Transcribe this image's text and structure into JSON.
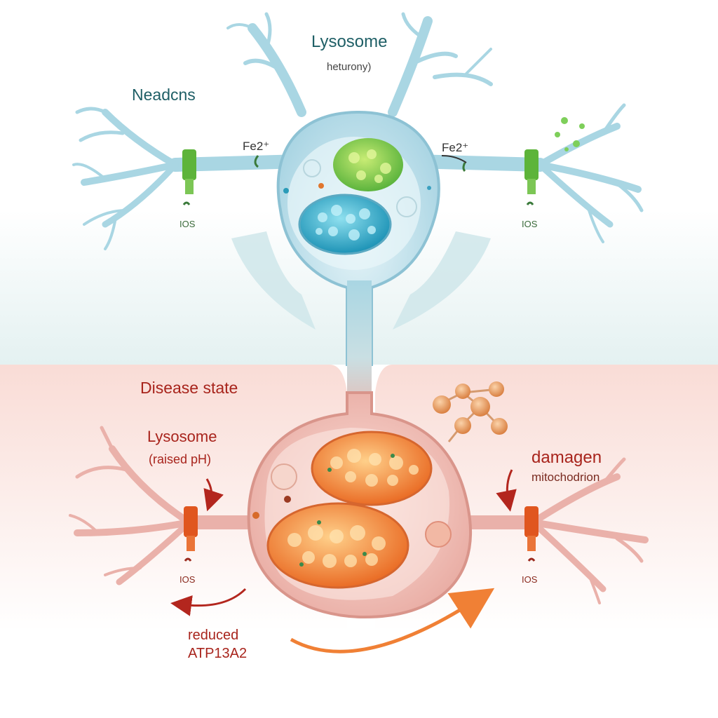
{
  "healthy": {
    "title": "Lysosome",
    "subtitle": "heturony)",
    "cell_label": "Neadcns",
    "iron_left": "Fe2⁺",
    "iron_right": "Fe2⁺",
    "ros_left": "IOS",
    "ros_right": "IOS"
  },
  "disease": {
    "heading": "Disease state",
    "lysosome_title": "Lysosome",
    "lysosome_sub": "(raised pH)",
    "damage_title": "damagen",
    "damage_sub": "mitochodrion",
    "ros_left": "IOS",
    "ros_right": "IOS",
    "reduced_line1": "reduced",
    "reduced_line2": "ATP13A2"
  },
  "colors": {
    "healthy_membrane": "#a9d6e3",
    "disease_membrane": "#eab1aa",
    "channel_green": "#5db43a",
    "channel_red": "#e0561f",
    "label_teal": "#1f5f66",
    "label_red": "#a8241c"
  }
}
